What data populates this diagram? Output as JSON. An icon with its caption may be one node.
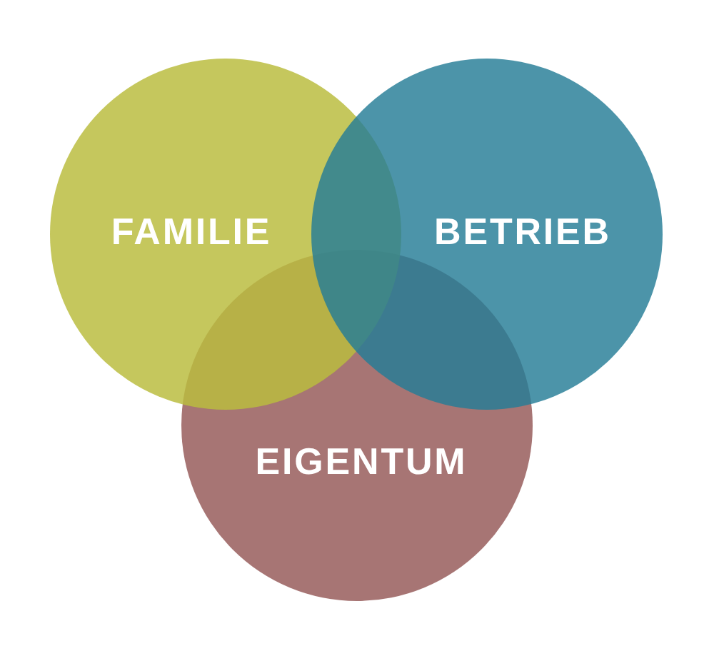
{
  "diagram": {
    "nodes": [
      {
        "text": [
          "FAMILIE"
        ]
      },
      {
        "text": [
          "BETRIEB"
        ]
      },
      {
        "text": [
          "EIGENTUM"
        ]
      }
    ]
  }
}
